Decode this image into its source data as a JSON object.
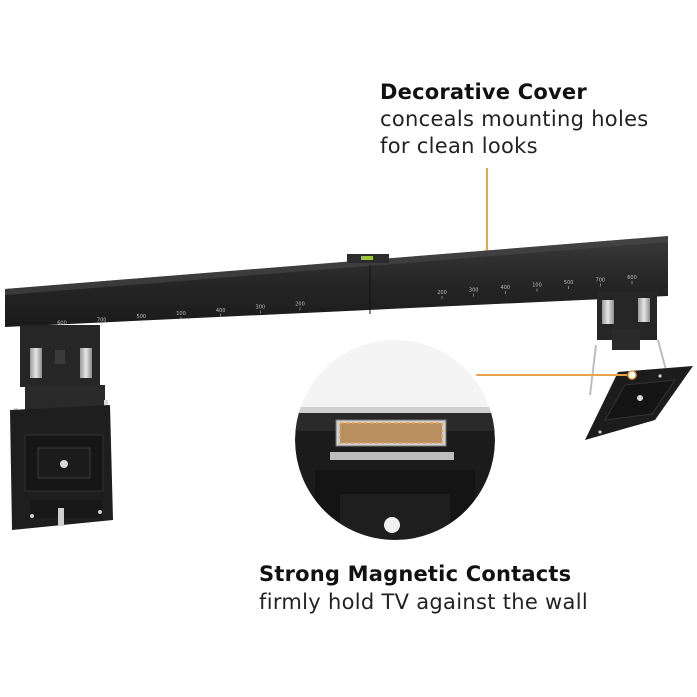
{
  "callouts": {
    "cover": {
      "title": "Decorative Cover",
      "line1": "conceals mounting holes",
      "line2": "for clean looks"
    },
    "magnets": {
      "title": "Strong Magnetic Contacts",
      "line1": "firmly hold TV against the wall"
    }
  },
  "rail": {
    "left_scale": [
      "600",
      "700",
      "500",
      "100",
      "400",
      "300",
      "200"
    ],
    "right_scale": [
      "200",
      "300",
      "400",
      "100",
      "500",
      "700",
      "600"
    ]
  },
  "colors": {
    "accent_line": "#e8a34b",
    "bracket": "#1e1e1e",
    "bracket_dark": "#141414",
    "metal": "#c9c9c9"
  }
}
